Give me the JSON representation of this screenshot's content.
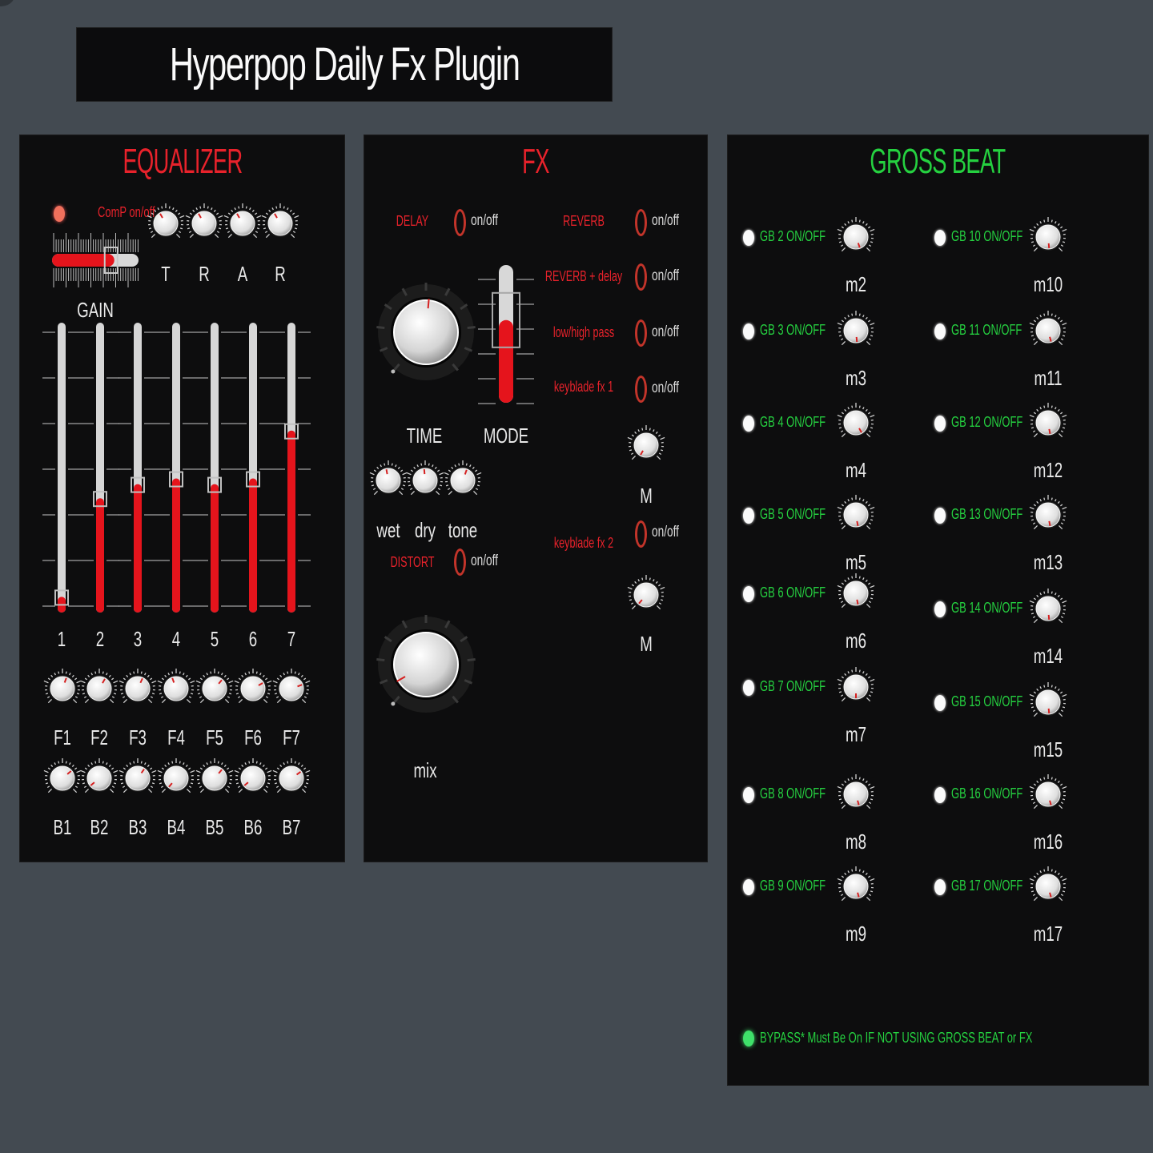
{
  "title": "Hyperpop Daily Fx Plugin",
  "colors": {
    "background": "#434a51",
    "panel": "#0d0d0e",
    "accent_red": "#e8222b",
    "accent_green": "#25d140",
    "led_green": "#3fe06a"
  },
  "equalizer": {
    "title": "EQUALIZER",
    "comp_label": "ComP on/off",
    "gain_label": "GAIN",
    "gain_level": 0.72,
    "comp_knobs": [
      "T",
      "R",
      "A",
      "R"
    ],
    "bands": [
      {
        "label": "1",
        "level": 0.05
      },
      {
        "label": "2",
        "level": 0.4
      },
      {
        "label": "3",
        "level": 0.45
      },
      {
        "label": "4",
        "level": 0.47
      },
      {
        "label": "5",
        "level": 0.45
      },
      {
        "label": "6",
        "level": 0.47
      },
      {
        "label": "7",
        "level": 0.64
      }
    ],
    "f_knobs": [
      "F1",
      "F2",
      "F3",
      "F4",
      "F5",
      "F6",
      "F7"
    ],
    "b_knobs": [
      "B1",
      "B2",
      "B3",
      "B4",
      "B5",
      "B6",
      "B7"
    ]
  },
  "fx": {
    "title": "FX",
    "delay_label": "DELAY",
    "onoff": "on/off",
    "time_label": "TIME",
    "mode_label": "MODE",
    "mode_level": 0.6,
    "small_knobs": [
      "wet",
      "dry",
      "tone"
    ],
    "distort_label": "DISTORT",
    "mix_label": "mix",
    "reverb_label": "REVERB",
    "reverb_delay_label": "REVERB + delay",
    "lowhigh_label": "low/high pass",
    "keyblade1_label": "keyblade fx 1",
    "keyblade2_label": "keyblade fx 2",
    "m_label": "M"
  },
  "gross_beat": {
    "title": "GROSS BEAT",
    "left_column": [
      {
        "toggle": "GB 2 ON/OFF",
        "knob": "m2"
      },
      {
        "toggle": "GB 3 ON/OFF",
        "knob": "m3"
      },
      {
        "toggle": "GB 4 ON/OFF",
        "knob": "m4"
      },
      {
        "toggle": "GB 5 ON/OFF",
        "knob": "m5"
      },
      {
        "toggle": "GB 6 ON/OFF",
        "knob": "m6"
      },
      {
        "toggle": "GB 7 ON/OFF",
        "knob": "m7"
      },
      {
        "toggle": "GB 8 ON/OFF",
        "knob": "m8"
      },
      {
        "toggle": "GB 9 ON/OFF",
        "knob": "m9"
      }
    ],
    "right_column": [
      {
        "toggle": "GB 10 ON/OFF",
        "knob": "m10"
      },
      {
        "toggle": "GB 11 ON/OFF",
        "knob": "m11"
      },
      {
        "toggle": "GB 12 ON/OFF",
        "knob": "m12"
      },
      {
        "toggle": "GB 13 ON/OFF",
        "knob": "m13"
      },
      {
        "toggle": "GB 14 ON/OFF",
        "knob": "m14"
      },
      {
        "toggle": "GB 15 ON/OFF",
        "knob": "m15"
      },
      {
        "toggle": "GB 16 ON/OFF",
        "knob": "m16"
      },
      {
        "toggle": "GB 17 ON/OFF",
        "knob": "m17"
      }
    ],
    "bypass_label": "BYPASS* Must Be On IF NOT USING GROSS BEAT or FX"
  }
}
